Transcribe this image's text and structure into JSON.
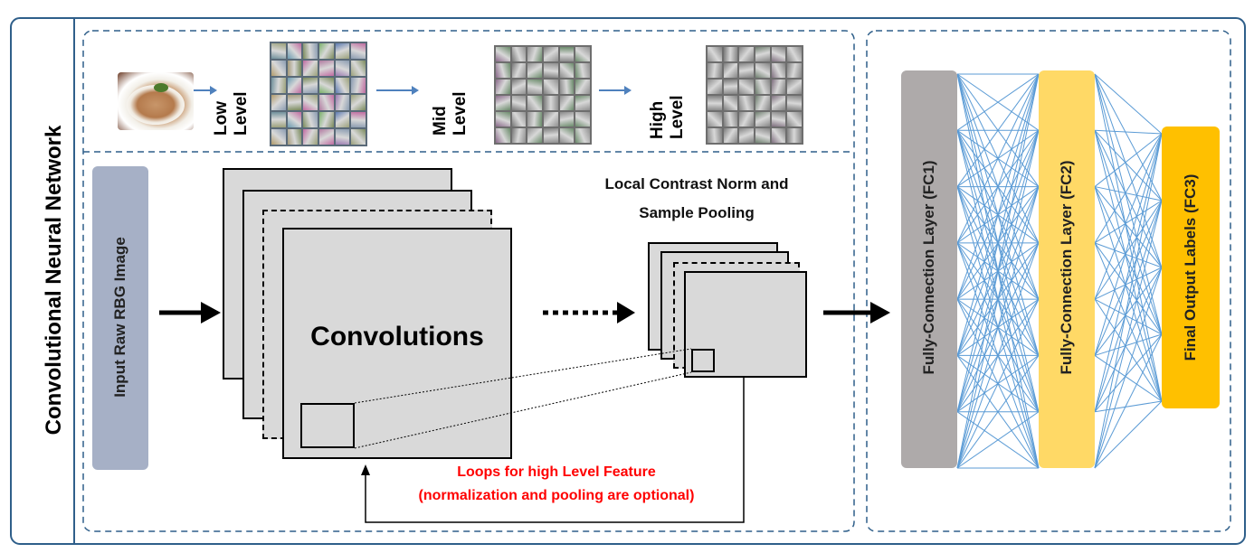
{
  "side_title": "Convolutional Neural Network",
  "levels": {
    "low": "Low\nLevel",
    "mid": "Mid\nLevel",
    "high": "High\nLevel"
  },
  "input_box": {
    "label": "Input Raw RBG Image",
    "color": "#a6b0c6"
  },
  "convolutions_label": "Convolutions",
  "pooling_label_line1": "Local Contrast Norm and",
  "pooling_label_line2": "Sample Pooling",
  "loop_label_line1": "Loops for high Level Feature",
  "loop_label_line2": "(normalization and pooling are optional)",
  "fc_layers": [
    {
      "label": "Fully-Connection Layer (FC1)",
      "color": "#aeaaaa"
    },
    {
      "label": "Fully-Connection Layer (FC2)",
      "color": "#ffd966"
    },
    {
      "label": "Final Output Labels (FC3)",
      "color": "#ffc000"
    }
  ],
  "colors": {
    "frame": "#2f5f8a",
    "edge": "#5b9bd5",
    "loop_text": "#ff0000",
    "feature_bg": "#808080"
  }
}
